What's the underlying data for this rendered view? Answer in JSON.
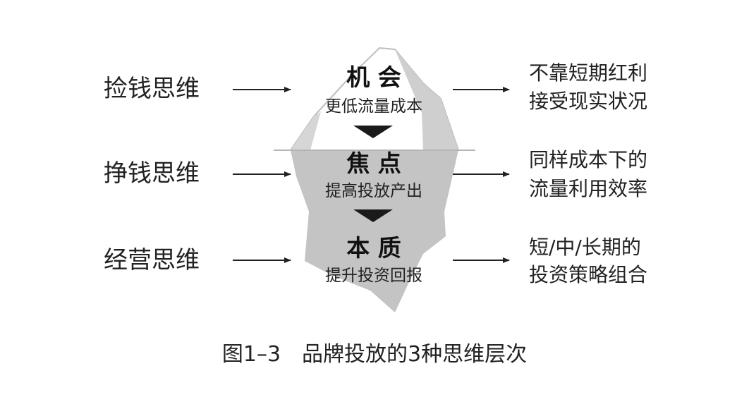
{
  "caption": "图1–3　品牌投放的3种思维层次",
  "colors": {
    "iceberg_above": "#ffffff",
    "iceberg_below": "#c4c4c4",
    "outline": "#bdbdbd",
    "waterline": "#b5b5b5",
    "arrow": "#222222",
    "triangle": "#1a1a1a"
  },
  "levels": [
    {
      "left": "捡钱思维",
      "title": "机 会",
      "subtitle": "更低流量成本",
      "right": [
        "不靠短期红利",
        "接受现实状况"
      ]
    },
    {
      "left": "挣钱思维",
      "title": "焦 点",
      "subtitle": "提高投放产出",
      "right": [
        "同样成本下的",
        "流量利用效率"
      ]
    },
    {
      "left": "经营思维",
      "title": "本 质",
      "subtitle": "提升投资回报",
      "right": [
        "短/中/长期的",
        "投资策略组合"
      ]
    }
  ]
}
